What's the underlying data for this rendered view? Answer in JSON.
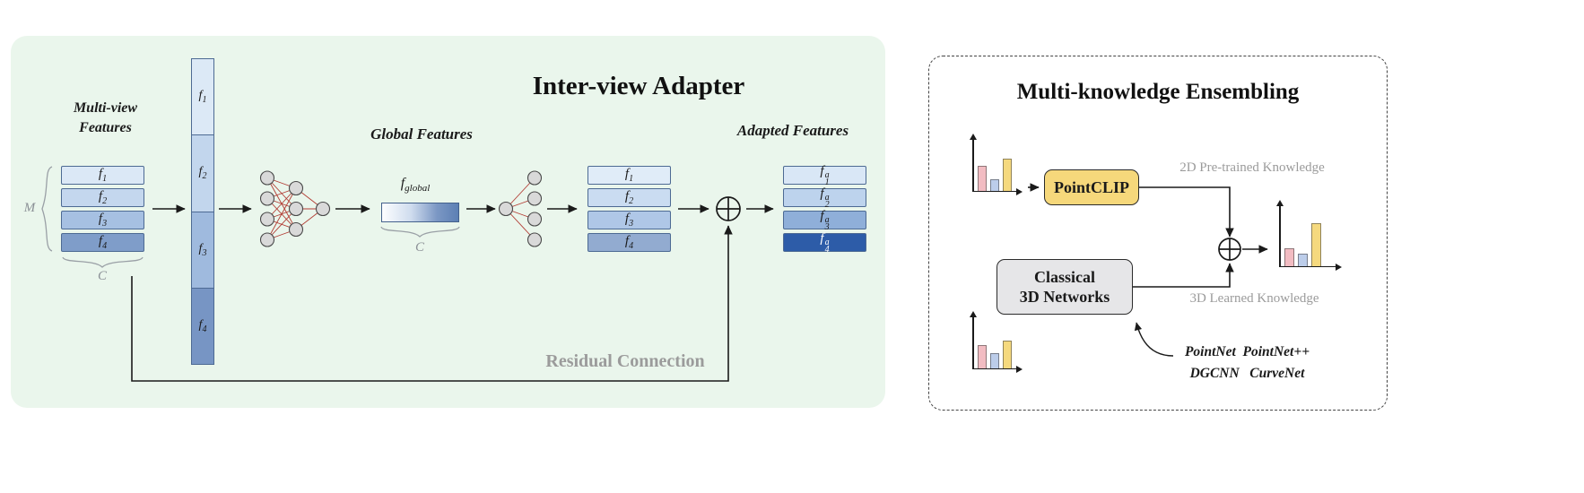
{
  "inter_view": {
    "title": "Inter-view Adapter",
    "panel_bg": "#eaf6ec",
    "multiview_line1": "Multi-view",
    "multiview_line2": "Features",
    "m_label": "M",
    "c_label": "C",
    "global_c_label": "C",
    "global_features_label": "Global Features",
    "f_global": {
      "base": "f",
      "sub": "global"
    },
    "adapted_features_label": "Adapted Features",
    "residual_label": "Residual Connection",
    "global_bar_gradient": "linear-gradient(90deg, #fdfeff 0%, #cfdcee 38%, #7b97c4 72%, #5c80b4 100%)",
    "input_stack": [
      {
        "base": "f",
        "sub": "1",
        "color": "#dbe8f6"
      },
      {
        "base": "f",
        "sub": "2",
        "color": "#c4d7ee"
      },
      {
        "base": "f",
        "sub": "3",
        "color": "#a6c0e2"
      },
      {
        "base": "f",
        "sub": "4",
        "color": "#7f9dc9"
      }
    ],
    "concat_bar": [
      {
        "base": "f",
        "sub": "1",
        "color": "#dce9f6"
      },
      {
        "base": "f",
        "sub": "2",
        "color": "#c2d6ed"
      },
      {
        "base": "f",
        "sub": "3",
        "color": "#9fbade"
      },
      {
        "base": "f",
        "sub": "4",
        "color": "#7795c4"
      }
    ],
    "middle_stack": [
      {
        "base": "f",
        "sub": "1",
        "color": "#e0ecf8"
      },
      {
        "base": "f",
        "sub": "2",
        "color": "#cadcf1"
      },
      {
        "base": "f",
        "sub": "3",
        "color": "#afc7e7"
      },
      {
        "base": "f",
        "sub": "4",
        "color": "#92abd0"
      }
    ],
    "adapted_stack": [
      {
        "base": "f",
        "sup": "a",
        "sub": "1",
        "color": "#d9e7f6",
        "text_color": "#1a1a1a"
      },
      {
        "base": "f",
        "sup": "a",
        "sub": "2",
        "color": "#bdd3ed",
        "text_color": "#1a1a1a"
      },
      {
        "base": "f",
        "sup": "a",
        "sub": "3",
        "color": "#8fafd9",
        "text_color": "#1a1a1a"
      },
      {
        "base": "f",
        "sup": "a",
        "sub": "4",
        "color": "#2d5ca8",
        "text_color": "#ffffff"
      }
    ]
  },
  "ensembling": {
    "title": "Multi-knowledge Ensembling",
    "pointclip_label": "PointCLIP",
    "pointclip_bg": "#f6d87b",
    "classical_line1": "Classical",
    "classical_line2": "3D Networks",
    "classical_bg": "#e6e6e8",
    "knowledge_2d_label": "2D Pre-trained Knowledge",
    "knowledge_3d_label": "3D Learned Knowledge",
    "networks_line1": "PointNet  PointNet++",
    "networks_line2": "DGCNN   CurveNet",
    "bar_colors": {
      "pink": "#f2bcc2",
      "blue": "#bccdea",
      "yellow": "#f5d97e"
    },
    "bar_icons": {
      "input_2d": {
        "pink": 28,
        "blue": 13,
        "yellow": 36
      },
      "output": {
        "pink": 20,
        "blue": 14,
        "yellow": 48
      },
      "input_3d": {
        "pink": 26,
        "blue": 17,
        "yellow": 31
      }
    }
  },
  "icons": {
    "circled_plus": "⊕",
    "flow_arrow": "→"
  }
}
